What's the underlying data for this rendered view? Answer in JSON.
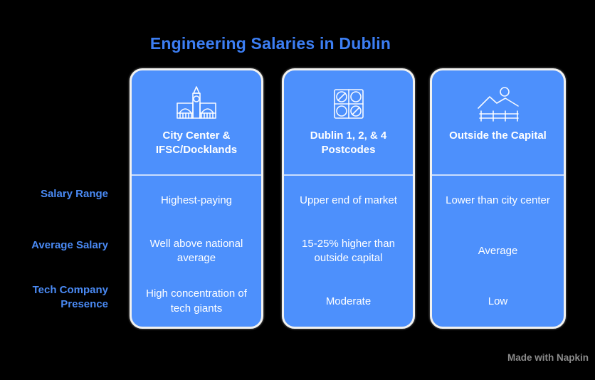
{
  "title": "Engineering Salaries in Dublin",
  "watermark": "Made with Napkin",
  "colors": {
    "background": "#000000",
    "card_fill": "#4D90FC",
    "card_border": "#F2F2F0",
    "card_text": "#FFFFFF",
    "title_text": "#3C7EF3",
    "row_label_text": "#4A8AF4",
    "divider": "rgba(255,255,255,0.7)",
    "watermark_text": "#8B8B8B"
  },
  "row_labels": [
    {
      "label": "Salary Range"
    },
    {
      "label": "Average Salary"
    },
    {
      "label": "Tech Company Presence"
    }
  ],
  "columns": [
    {
      "icon": "city-hall-icon",
      "header": "City Center & IFSC/Docklands",
      "cells": [
        "Highest-paying",
        "Well above national average",
        "High concentration of tech giants"
      ]
    },
    {
      "icon": "postcode-grid-icon",
      "header": "Dublin 1, 2, & 4 Postcodes",
      "cells": [
        "Upper end of market",
        "15-25% higher than outside capital",
        "Moderate"
      ]
    },
    {
      "icon": "countryside-icon",
      "header": "Outside the Capital",
      "cells": [
        "Lower than city center",
        "Average",
        "Low"
      ]
    }
  ]
}
